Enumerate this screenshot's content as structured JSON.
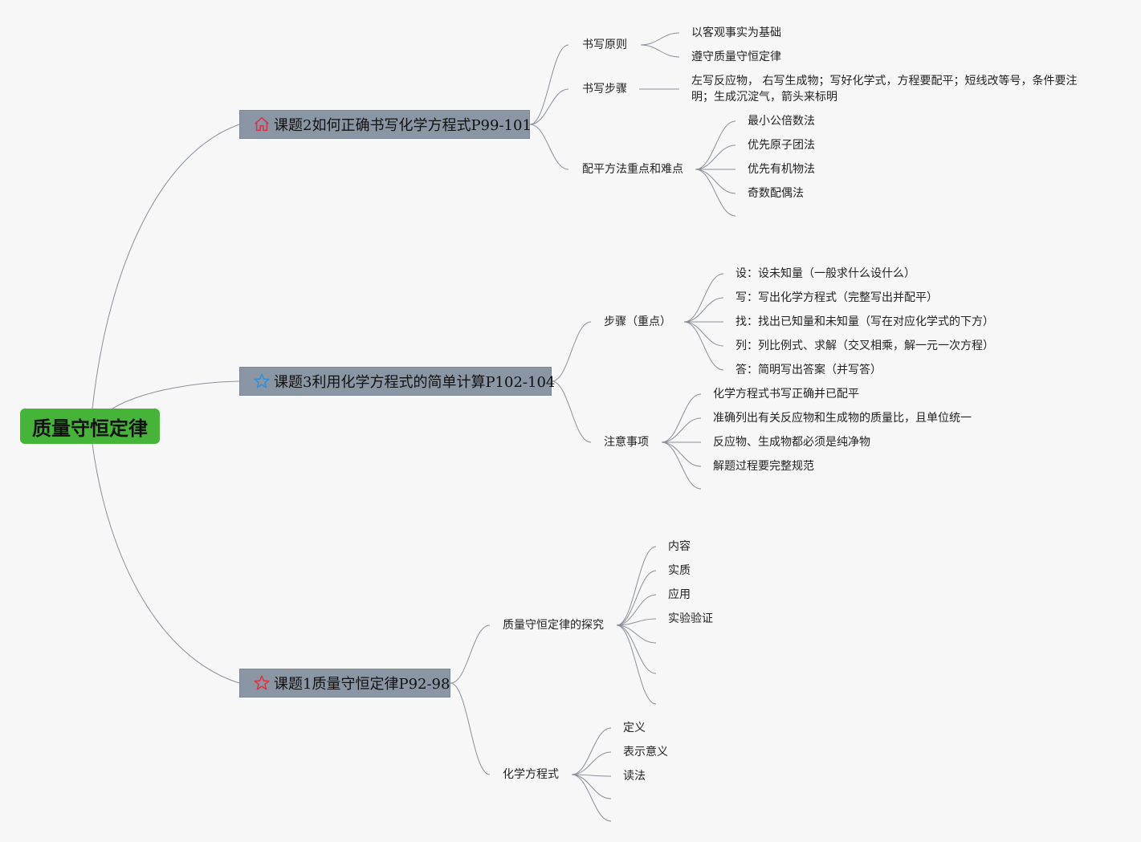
{
  "root": {
    "label": "质量守恒定律",
    "color": "#45b439"
  },
  "branches": [
    {
      "label": "课题2如何正确书写化学方程式P99-101",
      "icon": "home-icon",
      "icon_color": "#d9324d",
      "subtopics": [
        {
          "label": "书写原则",
          "items": [
            "以客观事实为基础",
            "遵守质量守恒定律"
          ]
        },
        {
          "label": "书写步骤",
          "items": [
            "左写反应物， 右写生成物；写好化学式，方程要配平；短线改等号，条件要注明；生成沉淀气，箭头来标明"
          ]
        },
        {
          "label": "配平方法重点和难点",
          "items": [
            "最小公倍数法",
            "优先原子团法",
            "优先有机物法",
            "奇数配偶法"
          ]
        }
      ]
    },
    {
      "label": "课题3利用化学方程式的简单计算P102-104",
      "icon": "star-icon",
      "icon_color": "#2f8fd8",
      "subtopics": [
        {
          "label": "步骤（重点）",
          "items": [
            "设：设未知量（一般求什么设什么）",
            "写：写出化学方程式（完整写出并配平）",
            "找：找出已知量和未知量（写在对应化学式的下方）",
            "列：列比例式、求解（交叉相乘，解一元一次方程）",
            "答：简明写出答案（并写答）"
          ]
        },
        {
          "label": "注意事项",
          "items": [
            "化学方程式书写正确并已配平",
            "准确列出有关反应物和生成物的质量比，且单位统一",
            "反应物、生成物都必须是纯净物",
            "解题过程要完整规范"
          ]
        }
      ]
    },
    {
      "label": "课题1质量守恒定律P92-98",
      "icon": "star-icon",
      "icon_color": "#e0303a",
      "subtopics": [
        {
          "label": "质量守恒定律的探究",
          "items": [
            "内容",
            "实质",
            "应用",
            "实验验证"
          ]
        },
        {
          "label": "化学方程式",
          "items": [
            "定义",
            "表示意义",
            "读法"
          ]
        }
      ]
    }
  ]
}
